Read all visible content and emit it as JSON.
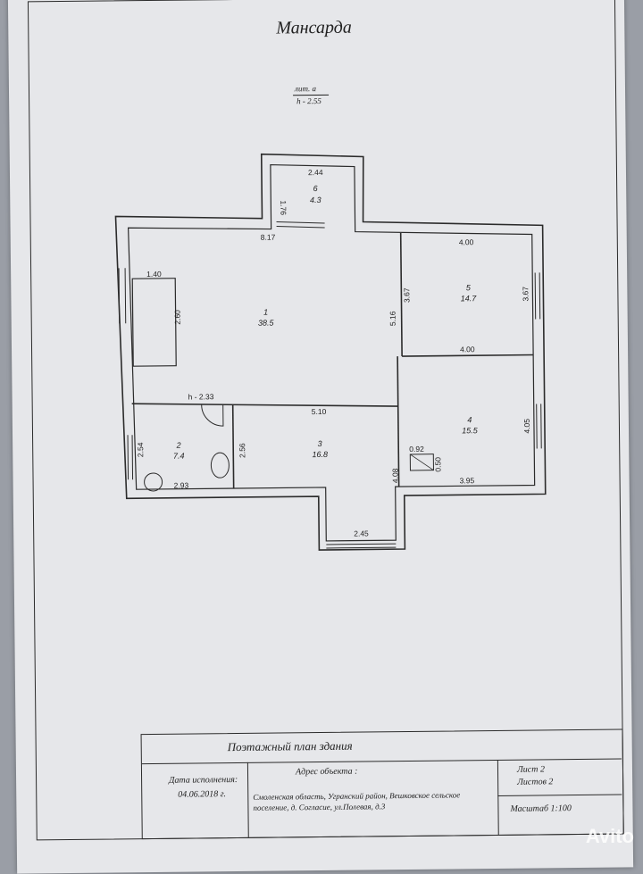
{
  "title": "Мансарда",
  "lit": "лит. а",
  "height": "h - 2.55",
  "rooms": [
    {
      "num": "1",
      "area": "38.5"
    },
    {
      "num": "2",
      "area": "7.4"
    },
    {
      "num": "3",
      "area": "16.8"
    },
    {
      "num": "4",
      "area": "15.5"
    },
    {
      "num": "5",
      "area": "14.7"
    },
    {
      "num": "6",
      "area": "4.3"
    }
  ],
  "dims": {
    "balcony_width": "2.44",
    "balcony_depth": "1.76",
    "top_width": "8.17",
    "niche_width": "1.40",
    "niche_depth": "2.60",
    "room1_right": "5.16",
    "room5_left": "3.67",
    "room5_right": "3.67",
    "room5_top": "4.00",
    "room5_bottom": "4.00",
    "room1_height_note": "h - 2.33",
    "room3_top": "5.10",
    "room2_left": "2.54",
    "room2_right": "2.56",
    "room2_bottom": "2.93",
    "room4_right": "4.05",
    "room4_bottom": "3.95",
    "stair_w": "0.92",
    "stair_h": "0.50",
    "room3_right": "4.08",
    "bay_width": "2.45"
  },
  "titleblock": {
    "heading": "Поэтажный план  здания",
    "date_label": "Дата исполнения:",
    "date_value": "04.06.2018 г.",
    "address_label": "Адрес объекта :",
    "address_line1": "Смоленская область, Угранский район, Вешковское  сельское",
    "address_line2": "поселение, д. Согласие, ул.Полевая, д.3",
    "sheet": "Лист   2",
    "sheets": "Листов   2",
    "scale": "Масштаб  1:100"
  },
  "watermark": "Avito"
}
